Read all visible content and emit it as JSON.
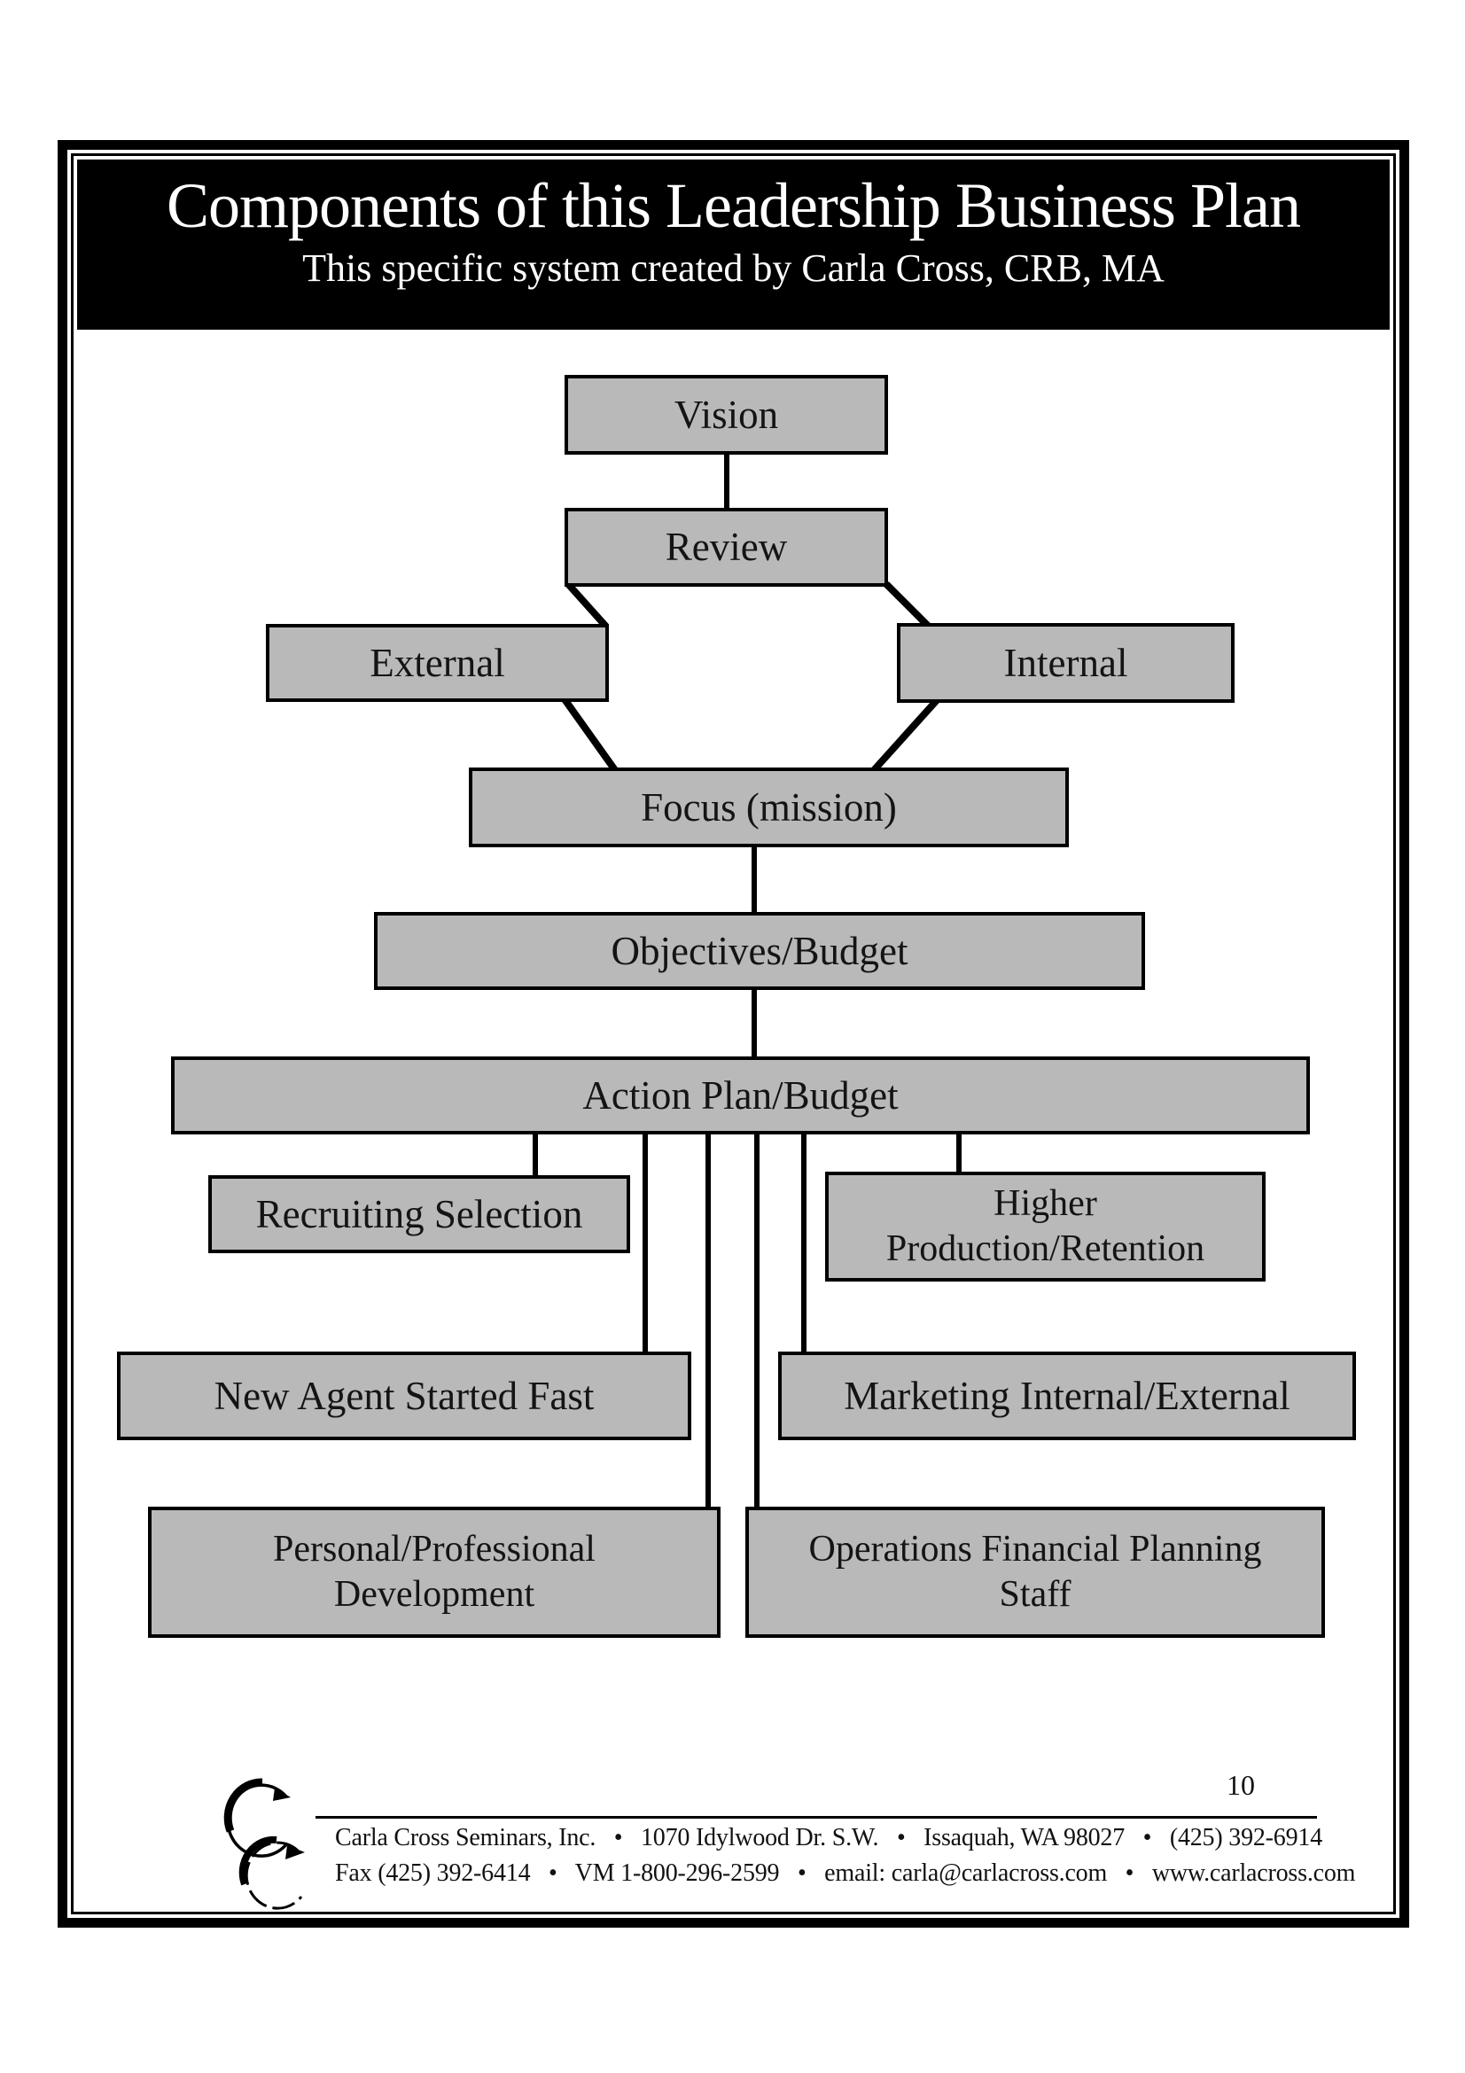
{
  "header": {
    "title": "Components of this Leadership Business Plan",
    "subtitle": "This specific system created by Carla Cross, CRB, MA"
  },
  "diagram": {
    "nodes": {
      "vision": {
        "label": "Vision"
      },
      "review": {
        "label": "Review"
      },
      "external": {
        "label": "External"
      },
      "internal": {
        "label": "Internal"
      },
      "focus": {
        "label": "Focus (mission)"
      },
      "objectives": {
        "label": "Objectives/Budget"
      },
      "action_plan": {
        "label": "Action Plan/Budget"
      },
      "recruiting": {
        "label": "Recruiting Selection"
      },
      "higher_production": {
        "label": "Higher\nProduction/Retention"
      },
      "new_agent": {
        "label": "New Agent Started Fast"
      },
      "marketing": {
        "label": "Marketing Internal/External"
      },
      "personal_development": {
        "label": "Personal/Professional\nDevelopment"
      },
      "operations": {
        "label": "Operations Financial Planning\nStaff"
      }
    },
    "edges": [
      {
        "from": "vision",
        "to": "review"
      },
      {
        "from": "review",
        "to": "external"
      },
      {
        "from": "review",
        "to": "internal"
      },
      {
        "from": "external",
        "to": "focus"
      },
      {
        "from": "internal",
        "to": "focus"
      },
      {
        "from": "focus",
        "to": "objectives"
      },
      {
        "from": "objectives",
        "to": "action_plan"
      },
      {
        "from": "action_plan",
        "to": "recruiting"
      },
      {
        "from": "action_plan",
        "to": "new_agent"
      },
      {
        "from": "action_plan",
        "to": "personal_development"
      },
      {
        "from": "action_plan",
        "to": "operations"
      },
      {
        "from": "action_plan",
        "to": "marketing"
      },
      {
        "from": "action_plan",
        "to": "higher_production"
      }
    ]
  },
  "footer": {
    "page_number": "10",
    "line1": "Carla Cross Seminars, Inc.  •  1070 Idylwood Dr. S.W.  •  Issaquah, WA 98027  •  (425) 392-6914",
    "line2": "Fax (425) 392-6414  •  VM 1-800-296-2599  •  email: carla@carlacross.com  •  www.carlacross.com",
    "logo": "carla-cross-interlocking-c-logo"
  },
  "colors": {
    "page_bg": "#ffffff",
    "banner_bg": "#000000",
    "banner_text": "#ffffff",
    "box_fill": "#b9b9b9",
    "box_border": "#000000",
    "line_color": "#000000",
    "text_color": "#111111"
  }
}
